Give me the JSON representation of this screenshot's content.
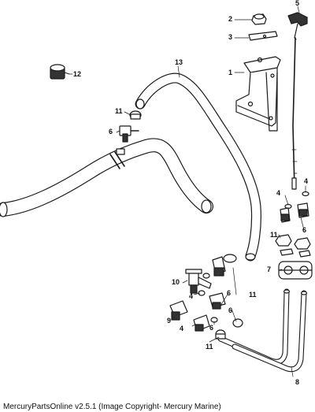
{
  "footer": {
    "text": "MercuryPartsOnline v2.5.1 (Image Copyright- Mercury Marine)"
  },
  "callouts": {
    "c1": "1",
    "c2": "2",
    "c3": "3",
    "c4a": "4",
    "c4b": "4",
    "c4c": "4",
    "c4d": "4",
    "c5": "5",
    "c6a": "6",
    "c6b": "6",
    "c6c": "6",
    "c6d": "6",
    "c6e": "6",
    "c7": "7",
    "c8": "8",
    "c9": "9",
    "c10": "10",
    "c11a": "11",
    "c11b": "11",
    "c11c": "11",
    "c11d": "11",
    "c12": "12",
    "c13": "13"
  },
  "colors": {
    "line": "#1a1a1a",
    "fill": "#ffffff",
    "part_fill": "#f2f2f2",
    "dark": "#333333"
  }
}
